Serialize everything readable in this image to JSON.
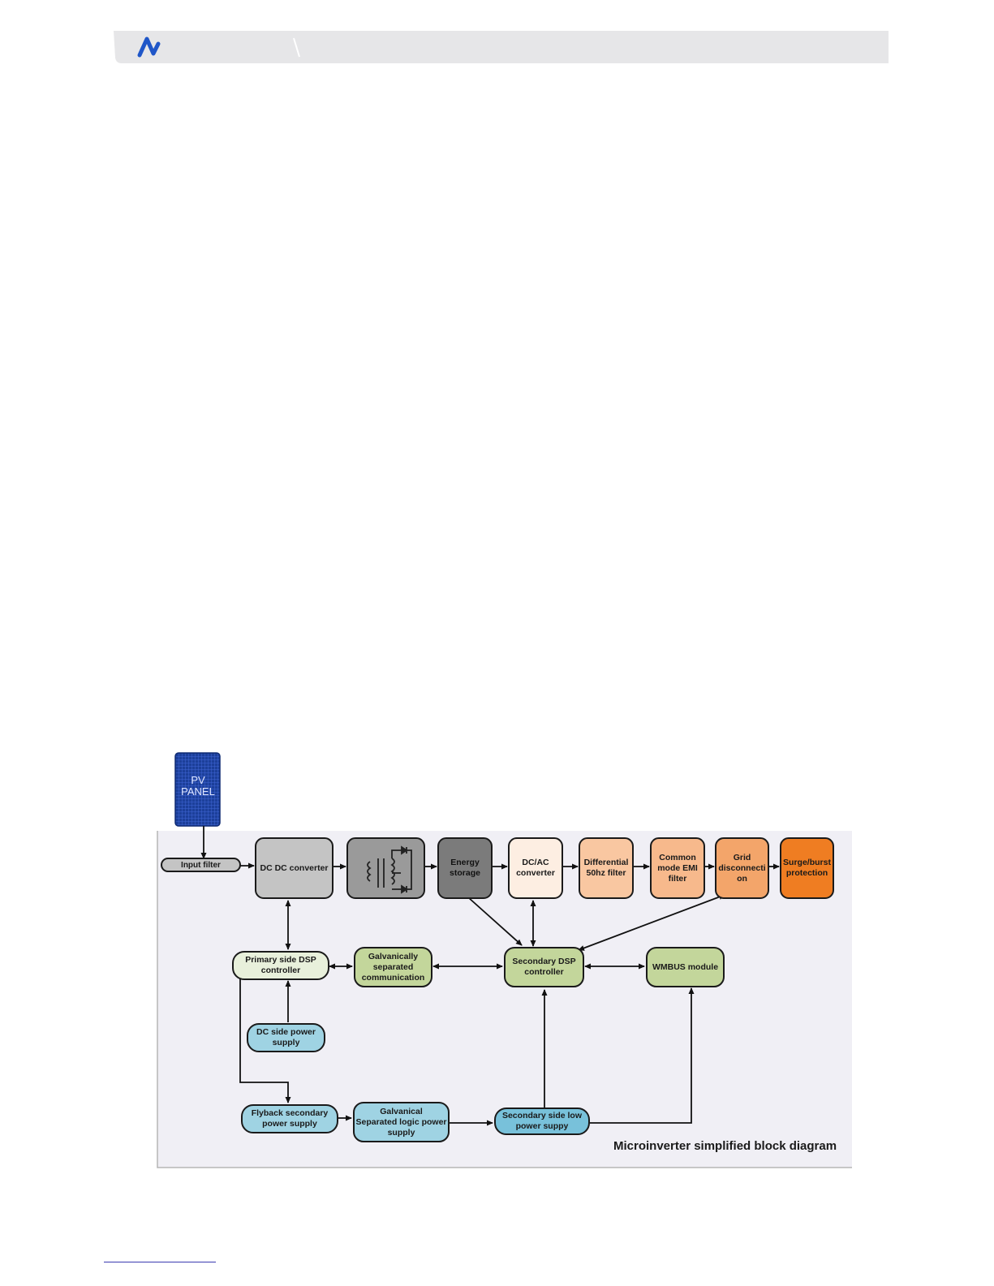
{
  "brand": {
    "logo_icon": "wave-logo-icon",
    "accent": "#1f56c8"
  },
  "pv_panel": {
    "label": "PV\nPANEL"
  },
  "blocks": {
    "input_filter": "Input filter",
    "dcdc": "DC DC converter",
    "transformer": "",
    "energy": "Energy\nstorage",
    "dcac": "DC/AC\nconverter",
    "diff": "Differential\n50hz filter",
    "cm": "Common\nmode EMI\nfilter",
    "grid": "Grid\ndisconnecti\non",
    "surge": "Surge/burst\nprotection",
    "primary_dsp": "Primary side DSP\ncontroller",
    "galv_comm": "Galvanically\nseparated\ncommunication",
    "secondary_dsp": "Secondary DSP\ncontroller",
    "wmbus": "WMBUS module",
    "dc_supply": "DC side power\nsupply",
    "flyback": "Flyback secondary\npower supply",
    "galv_logic": "Galvanical\nSeparated logic power\nsupply",
    "sec_low": "Secondary side low\npower suppy"
  },
  "caption": "Microinverter simplified block diagram",
  "colors": {
    "grey_light": "#c4c4c4",
    "grey_mid": "#9a9a9a",
    "grey_dark": "#7b7b7b",
    "cream": "#fdeee2",
    "peach_light": "#f9c7a1",
    "peach": "#f7b98c",
    "orange_mid": "#f3a56a",
    "orange": "#ef7d22",
    "green_pale": "#e8f0db",
    "green": "#c3d69b",
    "blue_light": "#9fd3e3",
    "blue": "#78c1da",
    "panel_bg": "#f0eff5"
  }
}
